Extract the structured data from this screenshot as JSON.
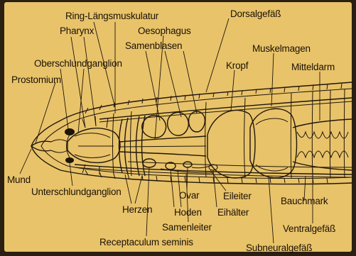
{
  "labels": {
    "ring_laengsmuskulatur": "Ring-Längsmuskulatur",
    "pharynx": "Pharynx",
    "oesophagus": "Oesophagus",
    "samenblasen": "Samenblasen",
    "oberschlundganglion": "Oberschlundganglion",
    "prostomium": "Prostomium",
    "dorsalgefaess": "Dorsalgefäß",
    "muskelmagen": "Muskelmagen",
    "kropf": "Kropf",
    "mitteldarm": "Mitteldarm",
    "mund": "Mund",
    "unterschlundganglion": "Unterschlundganglion",
    "herzen": "Herzen",
    "ovar": "Ovar",
    "hoden": "Hoden",
    "eileiter": "Eileiter",
    "eihaelter": "Eihälter",
    "bauchmark": "Bauchmark",
    "samenleiter": "Samenleiter",
    "ventralgefaess": "Ventralgefäß",
    "receptaculum_seminis": "Receptaculum seminis",
    "subneuralgefaess": "Subneuralgefäß"
  },
  "colors": {
    "paper": "#e8c36a",
    "ink": "#20160a",
    "outside": "#2a1f10"
  }
}
